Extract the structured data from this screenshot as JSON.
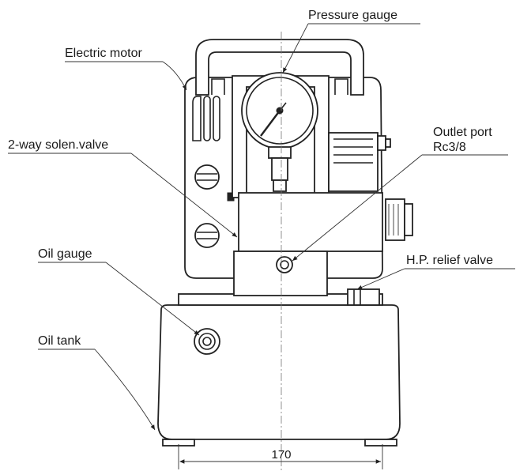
{
  "labels": {
    "pressure_gauge": "Pressure gauge",
    "electric_motor": "Electric motor",
    "solenoid_valve": "2-way solen.valve",
    "outlet_port": "Outlet port",
    "outlet_port_size": "Rc3/8",
    "hp_relief_valve": "H.P. relief valve",
    "oil_gauge": "Oil gauge",
    "oil_tank": "Oil tank"
  },
  "dimension": {
    "width": "170"
  }
}
